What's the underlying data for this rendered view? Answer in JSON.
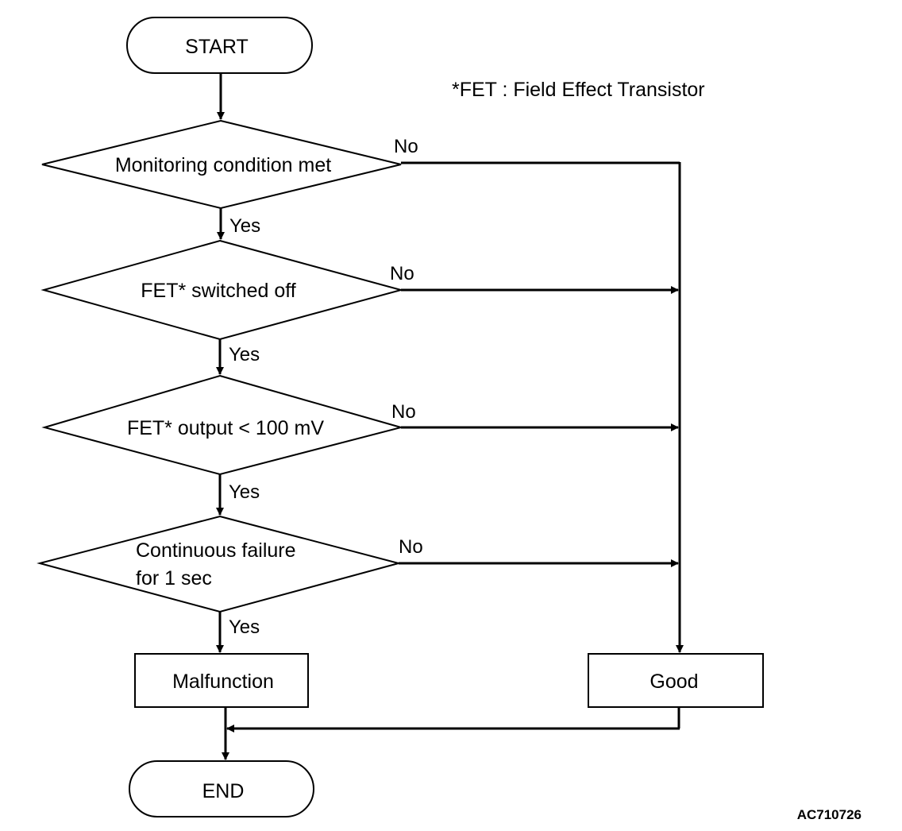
{
  "diagram": {
    "nodes": {
      "start": "START",
      "cond1": "Monitoring condition met",
      "cond2": "FET* switched off",
      "cond3": "FET* output < 100 mV",
      "cond4_line1": "Continuous failure",
      "cond4_line2": "for 1 sec",
      "malfunction": "Malfunction",
      "good": "Good",
      "end": "END"
    },
    "edges": {
      "cond1_no": "No",
      "cond1_yes": "Yes",
      "cond2_no": "No",
      "cond2_yes": "Yes",
      "cond3_no": "No",
      "cond3_yes": "Yes",
      "cond4_no": "No",
      "cond4_yes": "Yes"
    },
    "footnote": "*FET : Field Effect Transistor",
    "figure_code": "AC710726"
  },
  "colors": {
    "line": "#000000",
    "background": "#ffffff"
  }
}
